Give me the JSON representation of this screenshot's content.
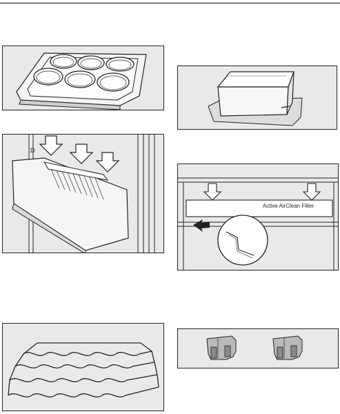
{
  "figures": {
    "egg_tray": {
      "icon": "egg-tray-illustration"
    },
    "storage_box": {
      "icon": "storage-box-illustration"
    },
    "shelf_cover": {
      "icon": "shelf-cover-illustration"
    },
    "air_filter": {
      "icon": "active-air-filter-illustration",
      "label": "Active AirClean Filter"
    },
    "bottle_rack": {
      "icon": "bottle-rack-illustration"
    },
    "clips": {
      "icon": "clips-illustration"
    }
  },
  "colors": {
    "panel": "#e9e9e9",
    "line": "#222222",
    "fill": "#ffffff",
    "shade": "#b9b9b9"
  }
}
